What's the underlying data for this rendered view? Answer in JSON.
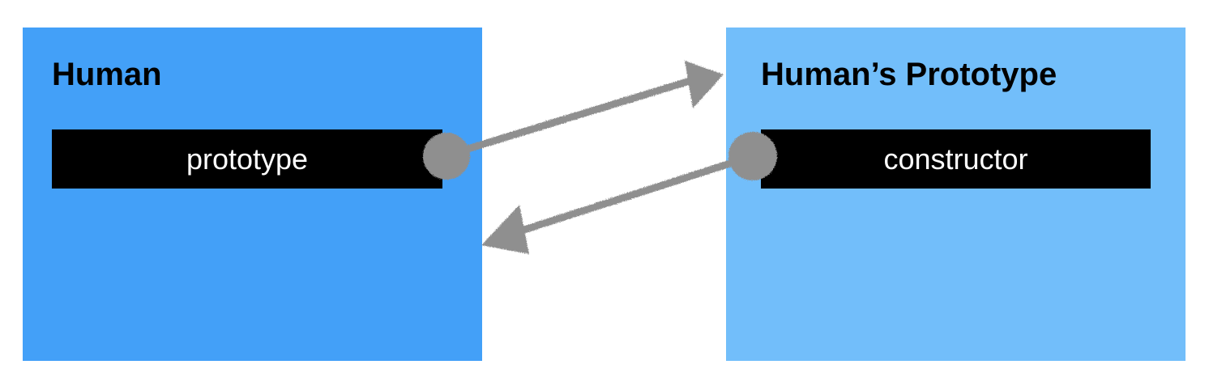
{
  "colors": {
    "left_box": "#43a0f8",
    "right_box": "#72befa",
    "property_bar": "#000000",
    "property_text": "#ffffff",
    "title_text": "#000000",
    "connector": "#8f8f8f"
  },
  "left_box": {
    "title": "Human",
    "property": "prototype"
  },
  "right_box": {
    "title": "Human’s Prototype",
    "property": "constructor"
  }
}
